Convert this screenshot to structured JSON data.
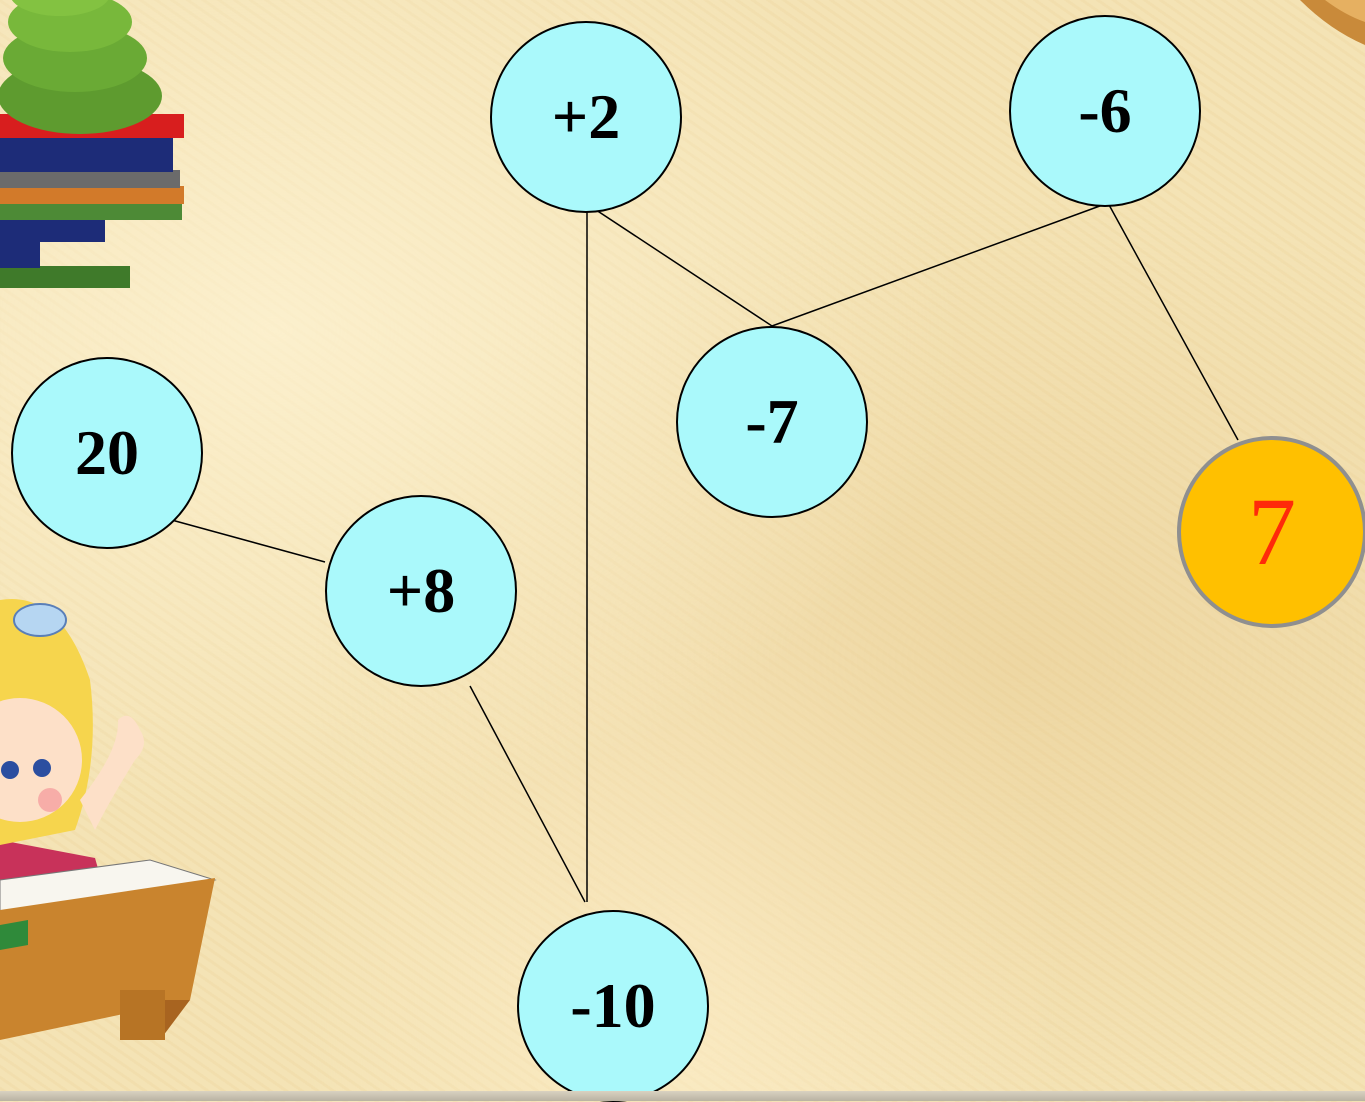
{
  "nodes": {
    "n20": "20",
    "p8": "+8",
    "m10": "-10",
    "p2": "+2",
    "m7": "-7",
    "m6": "-6",
    "answer": "7"
  },
  "colors": {
    "node_fill": "#aaf9fb",
    "answer_fill": "#ffc000",
    "answer_text": "#ff2a0a",
    "background": "#f4e2b2"
  },
  "decorations": [
    "books-plant-icon",
    "girl-at-desk-icon",
    "corner-ornament-icon"
  ]
}
